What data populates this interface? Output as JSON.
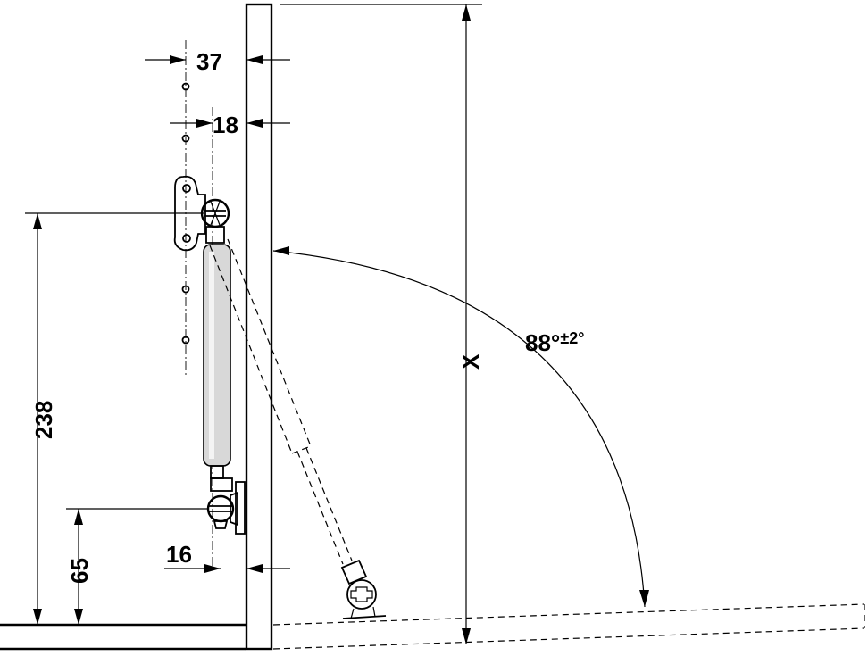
{
  "dimensions": {
    "d37": "37",
    "d18": "18",
    "d238": "238",
    "d65": "65",
    "d16": "16",
    "height_x": "X",
    "angle": "88°",
    "angle_tol": "±2°"
  }
}
